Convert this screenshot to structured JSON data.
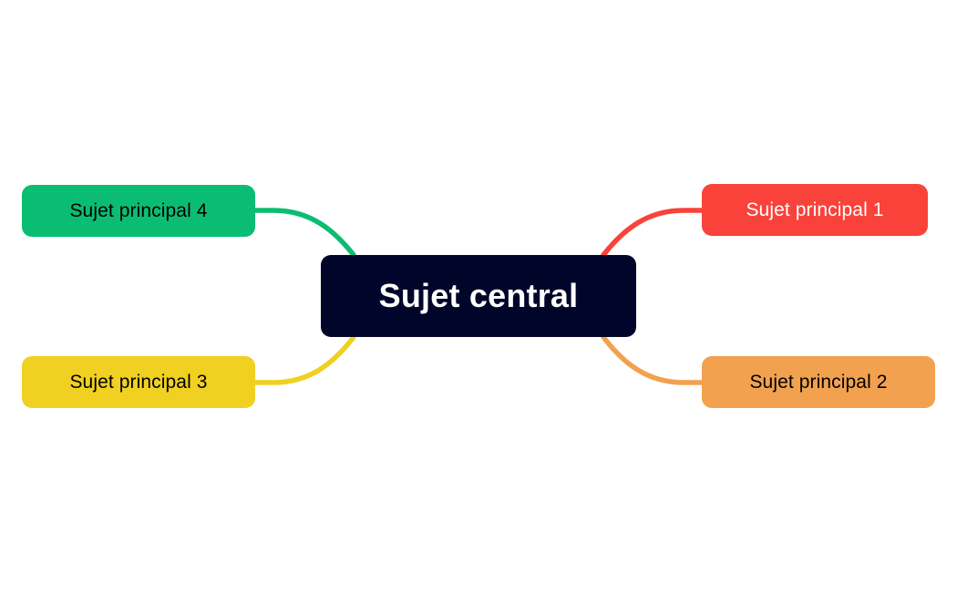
{
  "diagram": {
    "type": "mind-map",
    "title": "Sujet central",
    "background_color": "#ffffff",
    "central": {
      "label": "Sujet central",
      "fill": "#01052a",
      "text_color": "#ffffff"
    },
    "branches": [
      {
        "id": "topright",
        "label": "Sujet principal 1",
        "fill": "#f9423a",
        "text_color": "#ffffff",
        "connector_color": "#f9423a",
        "position": "top-right"
      },
      {
        "id": "botright",
        "label": "Sujet principal 2",
        "fill": "#f2a14f",
        "text_color": "#000000",
        "connector_color": "#f2a14f",
        "position": "bottom-right"
      },
      {
        "id": "botleft",
        "label": "Sujet principal 3",
        "fill": "#f0d020",
        "text_color": "#000000",
        "connector_color": "#f0d020",
        "position": "bottom-left"
      },
      {
        "id": "topleft",
        "label": "Sujet principal 4",
        "fill": "#0bbd72",
        "text_color": "#000000",
        "connector_color": "#0bbd72",
        "position": "top-left"
      }
    ]
  }
}
